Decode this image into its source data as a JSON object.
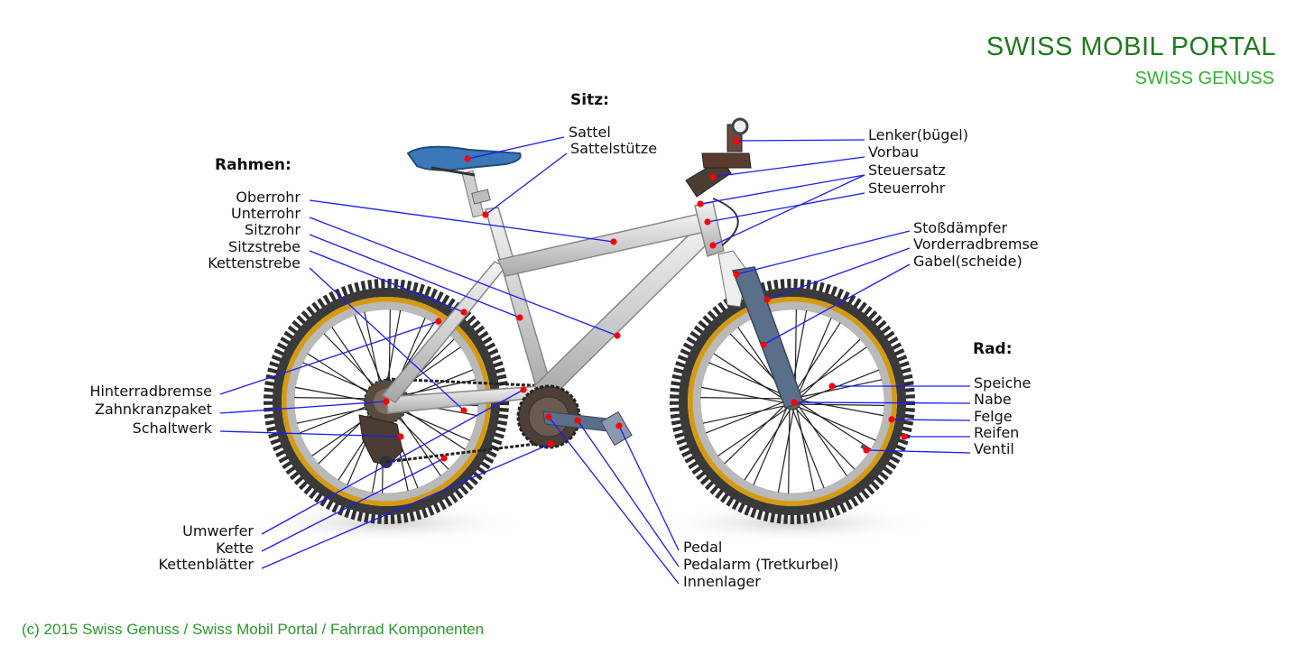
{
  "brand": {
    "title": "SWISS MOBIL PORTAL",
    "subtitle": "SWISS GENUSS",
    "title_color": "#1f7a1f",
    "subtitle_color": "#2fb52f"
  },
  "footer": {
    "text": "(c) 2015 Swiss Genuss / Swiss Mobil Portal / Fahrrad Komponenten",
    "color": "#2a9a2a"
  },
  "colors": {
    "leader_line": "#1a1aff",
    "marker": "#ff0000",
    "tire": "#333333",
    "rim": "#d49a12",
    "frame": "#d8d8d8",
    "fork": "#5a6f8a",
    "saddle": "#3a78b8"
  },
  "groups": {
    "sitz": "Sitz:",
    "rahmen": "Rahmen:",
    "rad": "Rad:"
  },
  "labels": {
    "sattel": "Sattel",
    "sattelstuetze": "Sattelstütze",
    "oberrohr": "Oberrohr",
    "unterrohr": "Unterrohr",
    "sitzrohr": "Sitzrohr",
    "sitzstrebe": "Sitzstrebe",
    "kettenstrebe": "Kettenstrebe",
    "lenker": "Lenker(bügel)",
    "vorbau": "Vorbau",
    "steuersatz": "Steuersatz",
    "steuerrohr": "Steuerrohr",
    "stossdaempfer": "Stoßdämpfer",
    "vorderradbremse": "Vorderradbremse",
    "gabel": "Gabel(scheide)",
    "speiche": "Speiche",
    "nabe": "Nabe",
    "felge": "Felge",
    "reifen": "Reifen",
    "ventil": "Ventil",
    "hinterradbremse": "Hinterradbremse",
    "zahnkranzpaket": "Zahnkranzpaket",
    "schaltwerk": "Schaltwerk",
    "umwerfer": "Umwerfer",
    "kette": "Kette",
    "kettenblaetter": "Kettenblätter",
    "pedal": "Pedal",
    "pedalarm": "Pedalarm (Tretkurbel)",
    "innenlager": "Innenlager"
  }
}
